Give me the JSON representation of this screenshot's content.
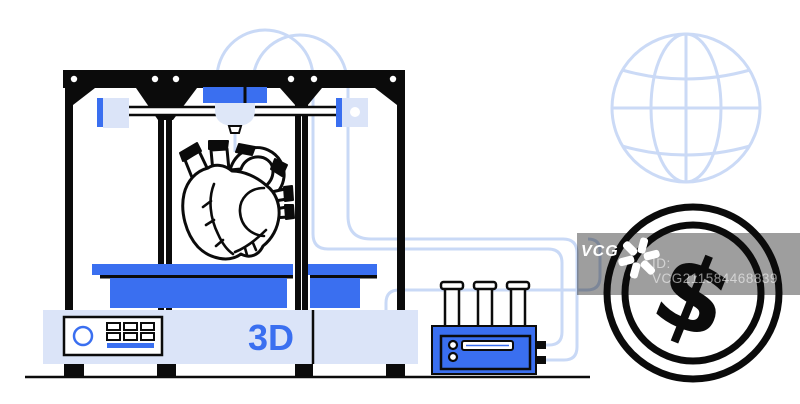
{
  "illustration": {
    "description": "3D bioprinter printing a human heart with bioreactor, globe and dollar coin",
    "printer_label": "3D"
  },
  "watermark": {
    "brand": "VCG",
    "id_text": "ID: VCG211584468839"
  },
  "colors": {
    "accent_blue": "#3A6FF0",
    "light_blue_fill": "#DBE4F8",
    "pale_tube_line": "#C9D9F6",
    "outline_black": "#0B0B0B",
    "watermark_band": "rgba(0,0,0,0.38)"
  },
  "icons": {
    "globe": "globe-wireframe-icon",
    "coin": "dollar-coin-icon",
    "logo": "vcg-asterisk-icon"
  }
}
